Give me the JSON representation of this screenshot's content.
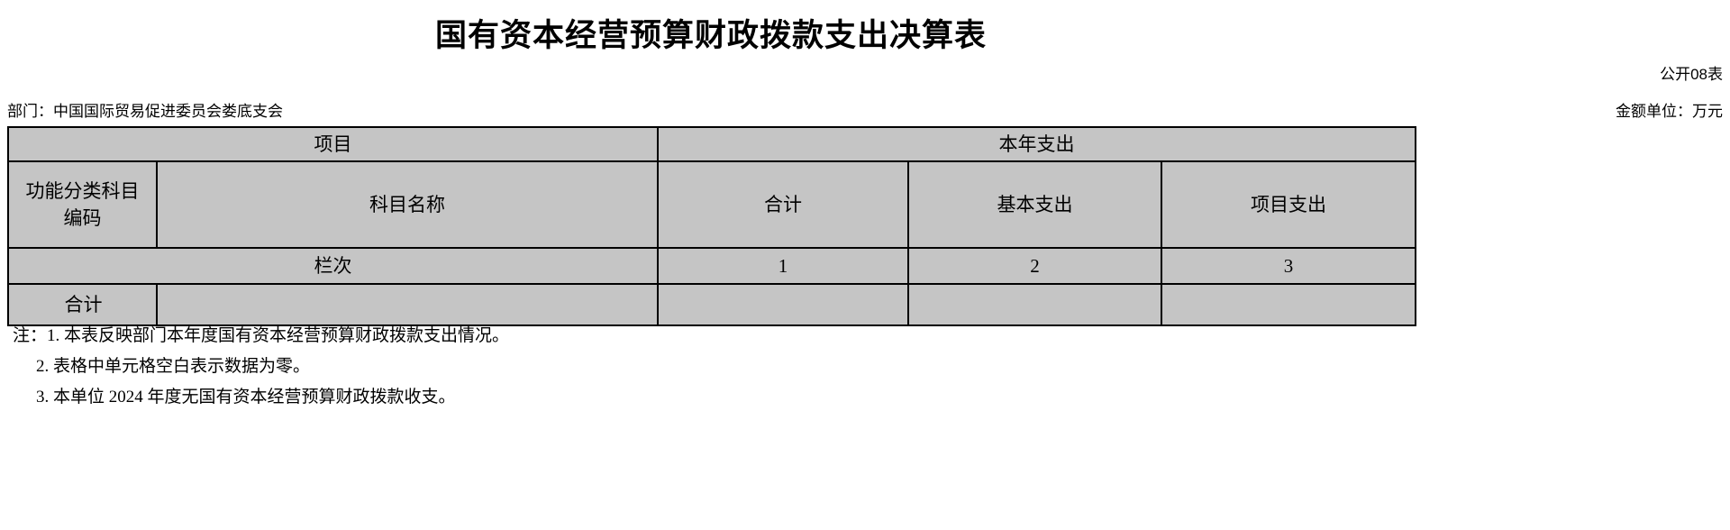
{
  "document": {
    "title": "国有资本经营预算财政拨款支出决算表",
    "sheet_code": "公开08表",
    "department_label": "部门：中国国际贸易促进委员会娄底支会",
    "amount_unit_label": "金额单位：万元"
  },
  "table": {
    "group_headers": {
      "item_group": "项目",
      "year_expenditure_group": "本年支出"
    },
    "column_headers": {
      "function_code": "功能分类科目编码",
      "function_code_line1": "功能分类科目",
      "function_code_line2": "编码",
      "subject_name": "科目名称",
      "total": "合计",
      "basic_expenditure": "基本支出",
      "project_expenditure": "项目支出"
    },
    "line_number_row": {
      "label": "栏次",
      "total": "1",
      "basic_expenditure": "2",
      "project_expenditure": "3"
    },
    "rows": [
      {
        "function_code": "合计",
        "subject_name": "",
        "total": "",
        "basic_expenditure": "",
        "project_expenditure": ""
      }
    ]
  },
  "notes": {
    "line1": "注：1. 本表反映部门本年度国有资本经营预算财政拨款支出情况。",
    "line2": "2. 表格中单元格空白表示数据为零。",
    "line3": "3. 本单位 2024 年度无国有资本经营预算财政拨款收支。"
  },
  "colors": {
    "header_fill": "#c5c5c5",
    "border": "#000000",
    "text": "#000000",
    "page_background": "#ffffff"
  }
}
